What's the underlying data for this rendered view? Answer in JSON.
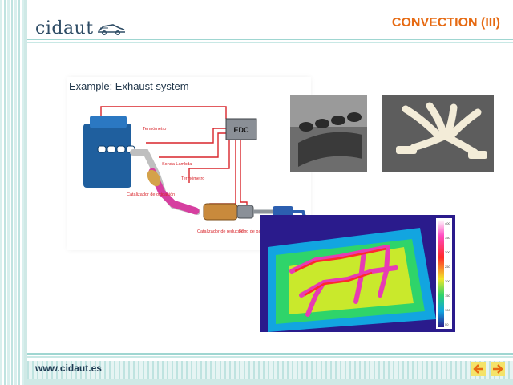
{
  "header": {
    "logo_text": "cidaut",
    "title": "CONVECTION (III)"
  },
  "main": {
    "caption": "Example: Exhaust system",
    "diagram_labels": {
      "ecu": "EDC",
      "sensor_top": "Termómetro",
      "lambda": "Sonda Lambda",
      "catalyst": "Catalizador de oxidación",
      "sensor_mid": "Termómetro",
      "converter": "Catalizador de reducción",
      "filter": "Filtro de partículas"
    },
    "thermal_scale_ticks": [
      "400",
      "350",
      "300",
      "250",
      "200",
      "150",
      "100",
      "50"
    ]
  },
  "footer": {
    "url": "www.cidaut.es"
  },
  "colors": {
    "accent": "#e66a12",
    "brand": "#2f4d66",
    "engine": "#1f5f9e",
    "wire": "#d8252b",
    "pipe_hot": "#d63fa0",
    "muffler": "#2c5fb0"
  }
}
